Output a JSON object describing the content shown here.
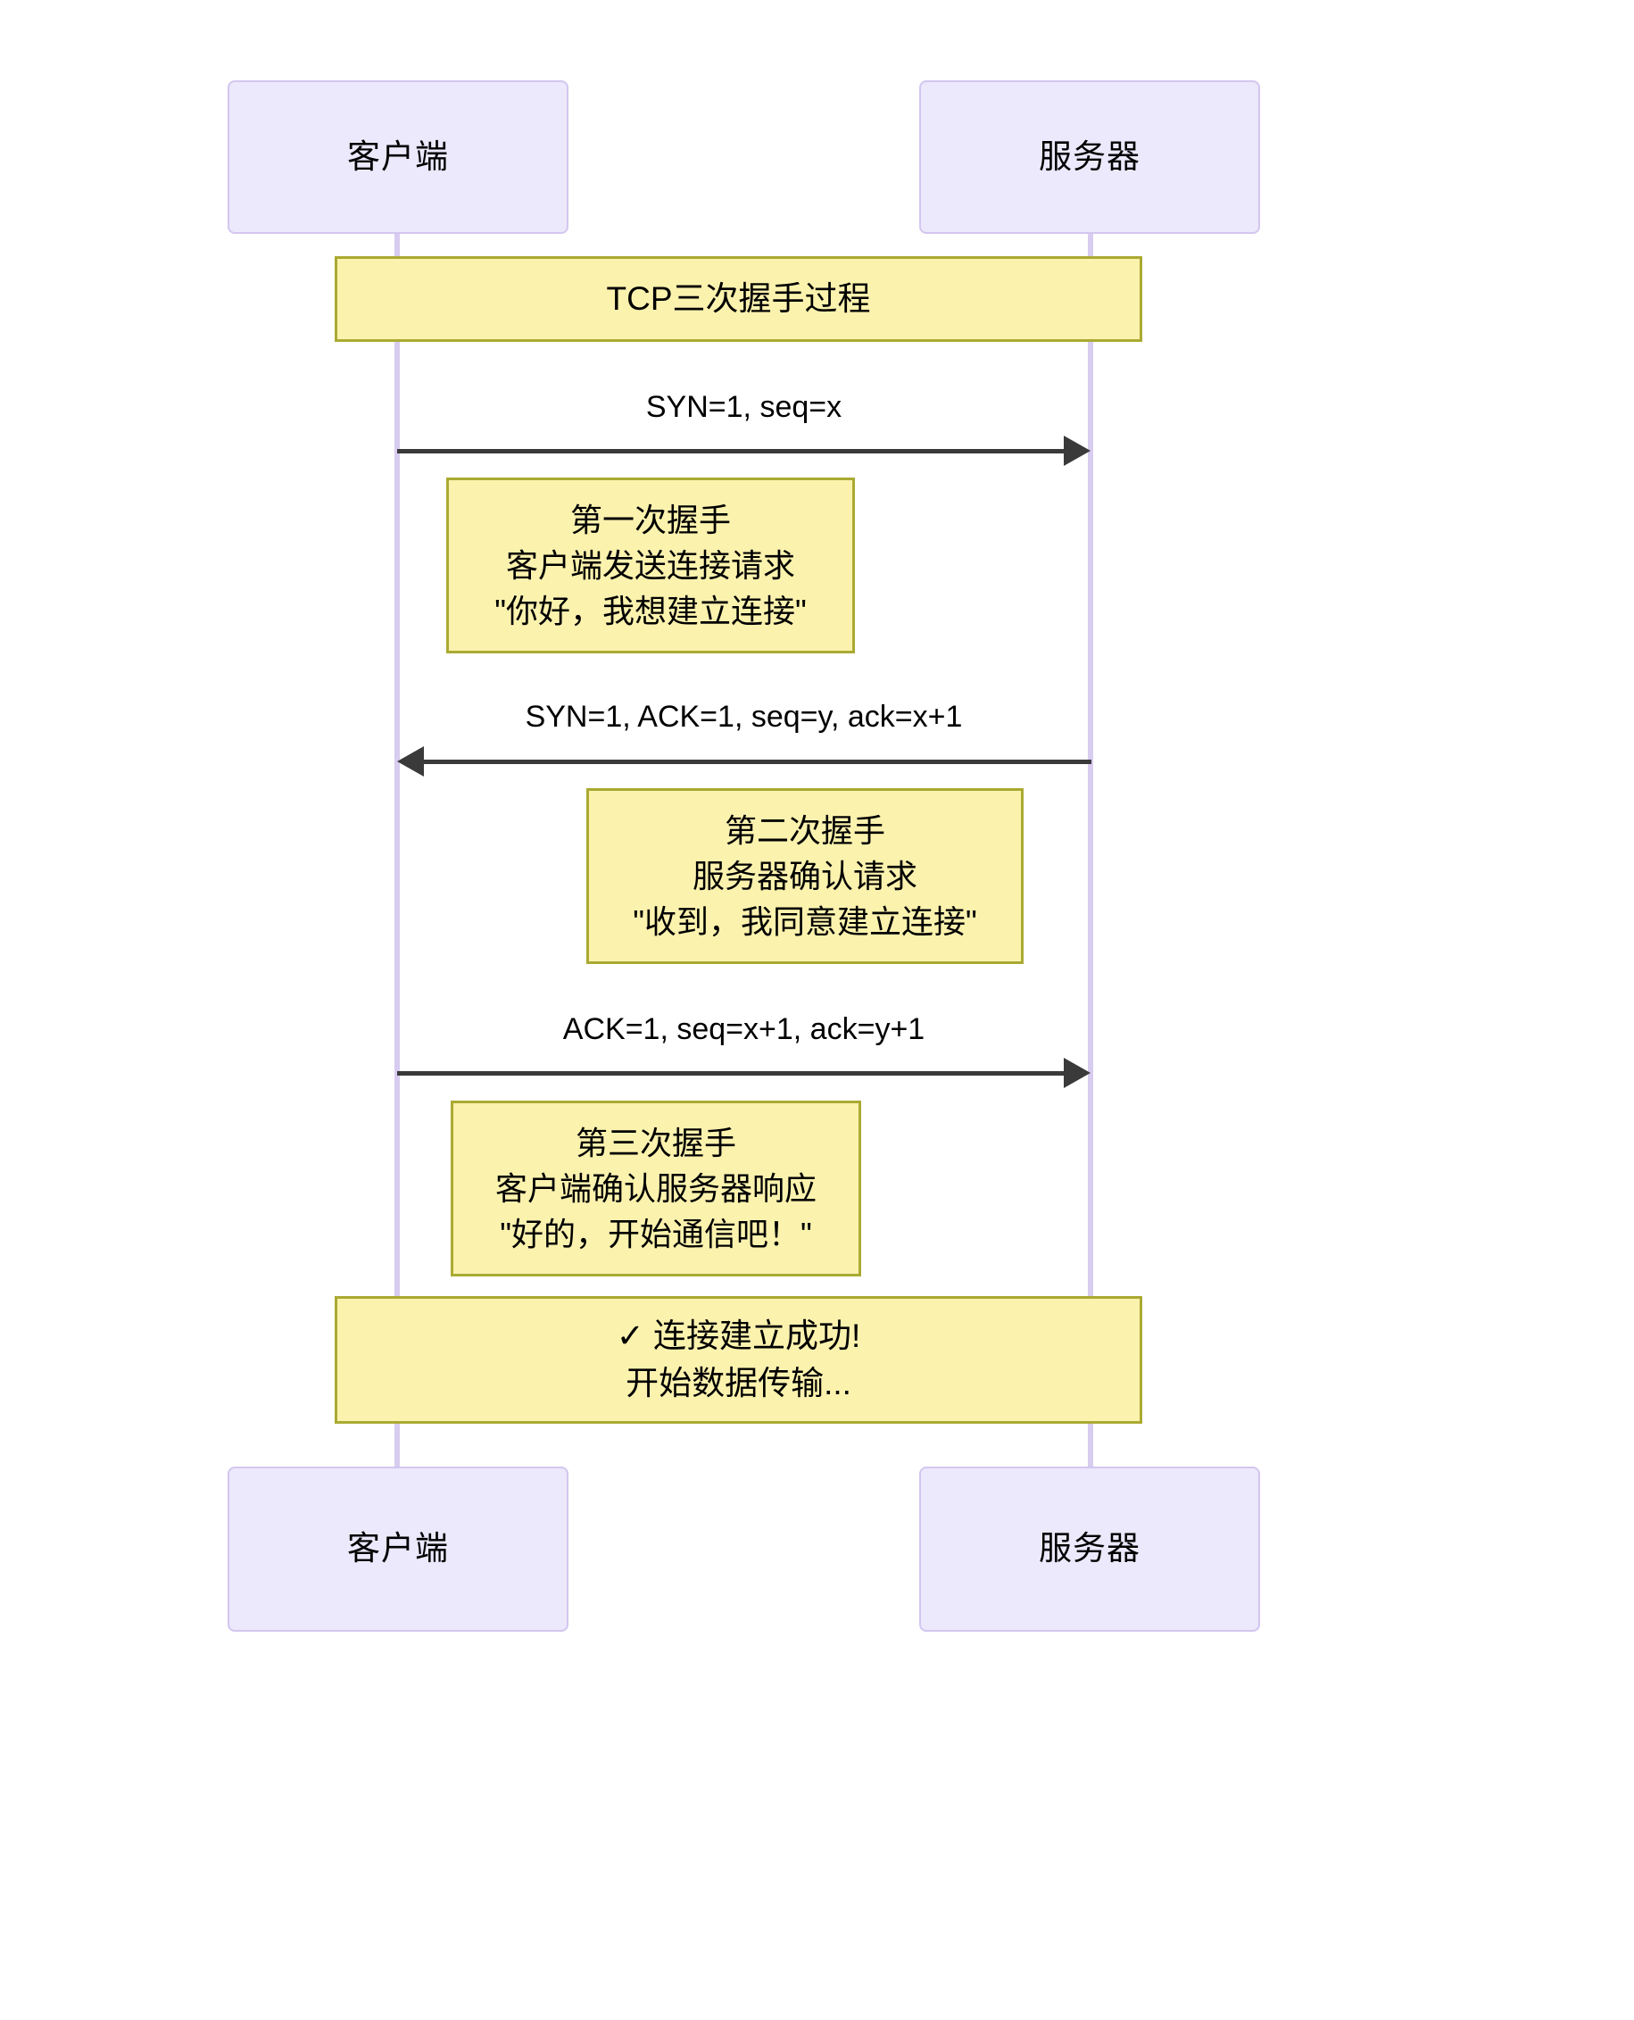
{
  "diagram": {
    "title": "TCP三次握手过程",
    "participants": [
      {
        "id": "client",
        "label": "客户端"
      },
      {
        "id": "server",
        "label": "服务器"
      }
    ],
    "messages": [
      {
        "id": "msg1",
        "label": "SYN=1, seq=x",
        "direction": "right"
      },
      {
        "id": "msg2",
        "label": "SYN=1, ACK=1, seq=y, ack=x+1",
        "direction": "left"
      },
      {
        "id": "msg3",
        "label": "ACK=1, seq=x+1, ack=y+1",
        "direction": "right"
      }
    ],
    "notes": [
      {
        "id": "note1",
        "lines": [
          "第一次握手",
          "客户端发送连接请求",
          "\"你好，我想建立连接\""
        ]
      },
      {
        "id": "note2",
        "lines": [
          "第二次握手",
          "服务器确认请求",
          "\"收到，我同意建立连接\""
        ]
      },
      {
        "id": "note3",
        "lines": [
          "第三次握手",
          "客户端确认服务器响应",
          "\"好的，开始通信吧！\""
        ]
      }
    ],
    "result_banner": {
      "lines": [
        "✓ 连接建立成功!",
        "开始数据传输..."
      ]
    },
    "colors": {
      "participant_fill": "#ebe9fb",
      "participant_border": "#d3c6f0",
      "lifeline": "#d8ccf0",
      "note_fill": "#fbf2ae",
      "note_border": "#aaaa33",
      "arrow": "#3a3a3a",
      "background": "#ffffff"
    }
  }
}
